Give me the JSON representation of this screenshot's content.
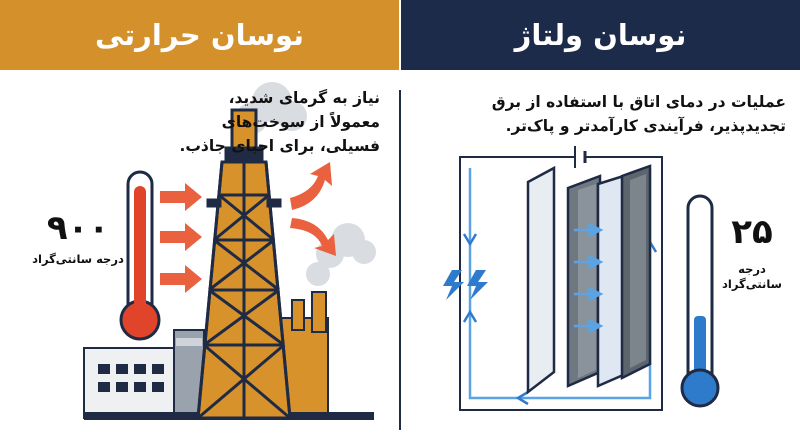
{
  "colors": {
    "thermal_header": "#d4902b",
    "voltage_header": "#1d2b4a",
    "navy": "#1f2a44",
    "orange": "#d8922c",
    "red": "#e0452b",
    "blue": "#2f7bcb",
    "light_blue": "#5aa4e6",
    "gray": "#9aa3ad"
  },
  "left_panel": {
    "title": "نوسان حرارتی",
    "description_lines": [
      "نیاز به گرمای شدید،",
      "معمولاً از سوخت‌های",
      "فسیلی، برای احیای جاذب."
    ],
    "temperature_value": "۹۰۰",
    "temperature_unit": "درجه سانتی‌گراد"
  },
  "right_panel": {
    "title": "نوسان ولتاژ",
    "description_lines": [
      "عملیات در دمای اتاق با استفاده از برق",
      "تجدیدپذیر، فرآیندی کارآمدتر و پاک‌تر."
    ],
    "temperature_value": "۲۵",
    "temperature_unit_lines": [
      "درجه",
      "سانتی‌گراد"
    ]
  },
  "icons": {
    "thermometer_hot": "thermometer-hot-icon",
    "thermometer_cold": "thermometer-cold-icon",
    "oil_derrick": "oil-derrick-icon",
    "factory": "factory-icon",
    "electrochemical_cell": "electrochemical-cell-icon",
    "lightning": "lightning-icon"
  }
}
